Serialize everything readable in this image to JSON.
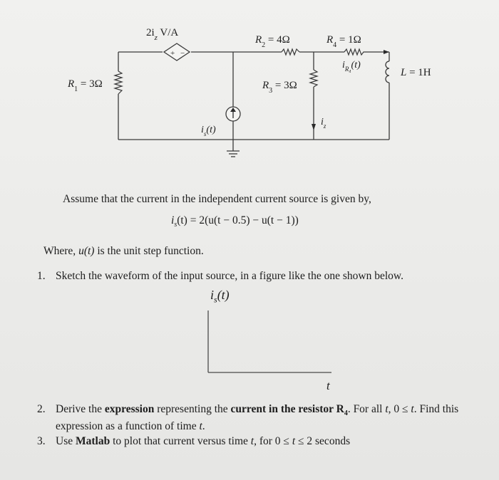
{
  "circuit": {
    "dep_source_label": "2i",
    "dep_source_sub": "z",
    "dep_source_unit": " V/A",
    "r1_label": "R",
    "r1_sub": "1",
    "r1_value": " = 3Ω",
    "r2_label": "R",
    "r2_sub": "2",
    "r2_value": " = 4Ω",
    "r3_label": "R",
    "r3_sub": "3",
    "r3_value": " = 3Ω",
    "r4_label": "R",
    "r4_sub": "4",
    "r4_value": " = 1Ω",
    "ir4_label": "i",
    "ir4_sub": "R₄",
    "ir4_arg": "(t)",
    "l_label": "L",
    "l_value": " = 1H",
    "is_label": "i",
    "is_sub": "s",
    "is_arg": "(t)",
    "iz_label": "i",
    "iz_sub": "z"
  },
  "text": {
    "assume": "Assume that the current in the independent current source is given by,",
    "equation": "i",
    "equation_sub": "s",
    "equation_rest": "(t) = 2(u(t − 0.5) − u(t − 1))",
    "where_prefix": "Where, ",
    "where_u": "u(t)",
    "where_suffix": " is the unit step function.",
    "q1_num": "1.",
    "q1": "Sketch the waveform of the input source, in a figure like the one shown below.",
    "graph_y_label": "i",
    "graph_y_sub": "s",
    "graph_y_arg": "(t)",
    "graph_x_label": "t",
    "q2_num": "2.",
    "q2_a": "Derive the ",
    "q2_b": "expression",
    "q2_c": " representing the ",
    "q2_d": "current in the resistor R",
    "q2_d_sub": "4",
    "q2_e": ". For all ",
    "q2_f": "t",
    "q2_g": ", 0 ≤ ",
    "q2_h": "t",
    "q2_i": ". Find this expression as a function of time ",
    "q2_j": "t",
    "q2_k": ".",
    "q3_num": "3.",
    "q3_a": "Use ",
    "q3_b": "Matlab",
    "q3_c": " to plot that current versus time ",
    "q3_d": "t",
    "q3_e": ", for  0 ≤ ",
    "q3_f": "t",
    "q3_g": " ≤ 2 seconds"
  }
}
